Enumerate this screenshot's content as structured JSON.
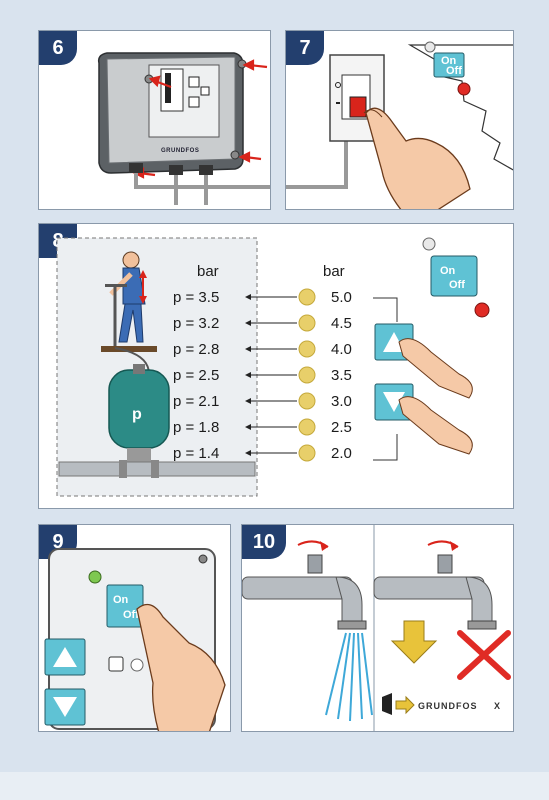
{
  "steps": [
    {
      "number": "6"
    },
    {
      "number": "7"
    },
    {
      "number": "8"
    },
    {
      "number": "9"
    },
    {
      "number": "10"
    }
  ],
  "brand": {
    "name": "GRUNDFOS",
    "logo_glyph": "X"
  },
  "onoff_button": {
    "line1": "On",
    "line2": "Off",
    "color": "#5fc2d4"
  },
  "tank": {
    "label": "p"
  },
  "units": {
    "left": "bar",
    "right": "bar"
  },
  "pressure_table": {
    "left_values": [
      "p = 3.5",
      "p = 3.2",
      "p = 2.8",
      "p = 2.5",
      "p = 2.1",
      "p = 1.8",
      "p = 1.4"
    ],
    "right_values": [
      "5.0",
      "4.5",
      "4.0",
      "3.5",
      "3.0",
      "2.5",
      "2.0"
    ],
    "led_color": "#e8cf6a"
  },
  "colors": {
    "badge": "#233f6e",
    "arrow_red": "#d9241b",
    "led_green": "#7ec850",
    "led_red": "#e02b25",
    "button_teal": "#5fc2d4",
    "tap_arrow": "#e8c33a"
  }
}
